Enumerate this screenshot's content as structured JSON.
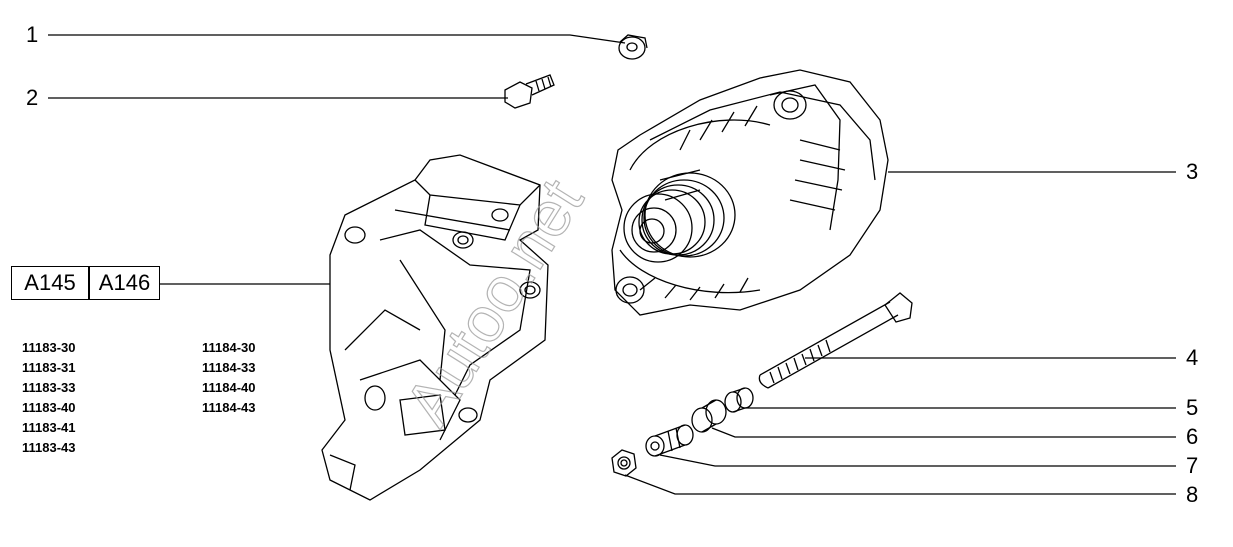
{
  "callouts": [
    "1",
    "2",
    "3",
    "4",
    "5",
    "6",
    "7",
    "8"
  ],
  "refs": [
    "A145",
    "A146"
  ],
  "codes_left": [
    "11183-30",
    "11183-31",
    "11183-33",
    "11183-40",
    "11183-41",
    "11183-43"
  ],
  "codes_right": [
    "11184-30",
    "11184-33",
    "11184-40",
    "11184-43"
  ],
  "watermark": "Autoo.net"
}
